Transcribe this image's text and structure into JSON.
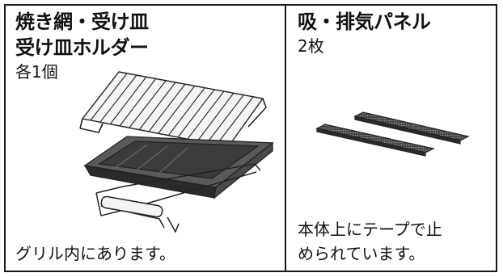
{
  "left_panel": {
    "title_line1": "焼き網・受け皿",
    "title_line2": "受け皿ホルダー",
    "quantity": "各1個",
    "note": "グリル内にあります。"
  },
  "right_panel": {
    "title": "吸・排気パネル",
    "quantity": "2枚",
    "note_line1": "本体上にテープで止",
    "note_line2": "められています。"
  }
}
